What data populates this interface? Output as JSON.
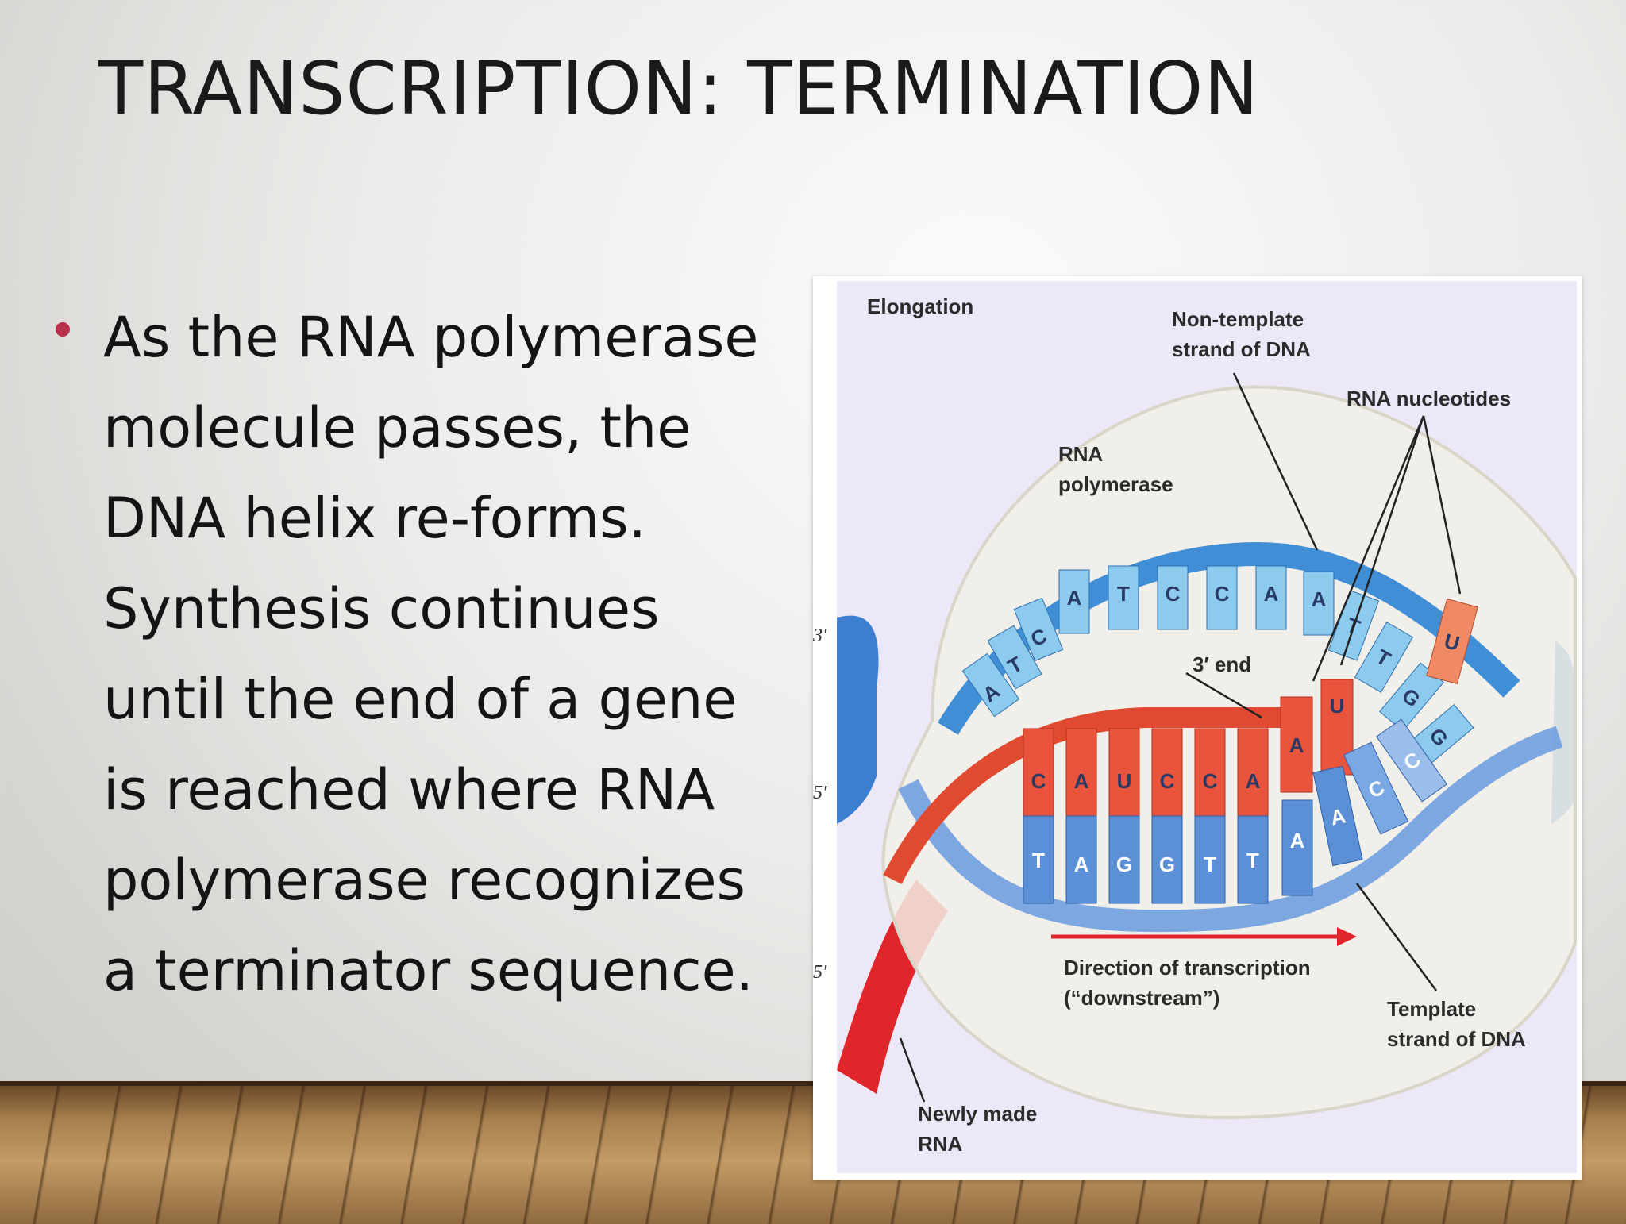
{
  "slide": {
    "title": "TRANSCRIPTION:  TERMINATION",
    "bullet": "As the RNA polymerase molecule passes, the DNA helix re-forms. Synthesis continues until the end of a gene is reached where RNA polymerase recognizes a terminator sequence.",
    "bullet_color": "#b8304a"
  },
  "figure": {
    "stage_label": "Elongation",
    "labels": {
      "non_template_1": "Non-template",
      "non_template_2": "strand of DNA",
      "rna_nucleotides": "RNA nucleotides",
      "rna_polymerase_1": "RNA",
      "rna_polymerase_2": "polymerase",
      "three_prime_end": "3′ end",
      "direction_1": "Direction of transcription",
      "direction_2": "(“downstream”)",
      "template_1": "Template",
      "template_2": "strand of DNA",
      "newly_made_1": "Newly made",
      "newly_made_2": "RNA",
      "end_3_top": "3′",
      "end_5_mid": "5′",
      "end_5_low": "5′"
    },
    "nontemplate_bases": [
      "A",
      "T",
      "C",
      "A",
      "T",
      "C",
      "C",
      "A",
      "A",
      "T",
      "T",
      "G",
      "G"
    ],
    "rna_bases": [
      "C",
      "A",
      "U",
      "C",
      "C",
      "A",
      "A",
      "U"
    ],
    "free_nucleotide": "U",
    "template_bases": [
      "T",
      "A",
      "G",
      "G",
      "T",
      "T",
      "A",
      "A",
      "C",
      "C"
    ],
    "colors": {
      "nontemplate": "#8ccaee",
      "template": "#5b8fd6",
      "rna": "#e8553c",
      "bubble": "#f2f0e6",
      "panel": "#ece8f7"
    }
  }
}
